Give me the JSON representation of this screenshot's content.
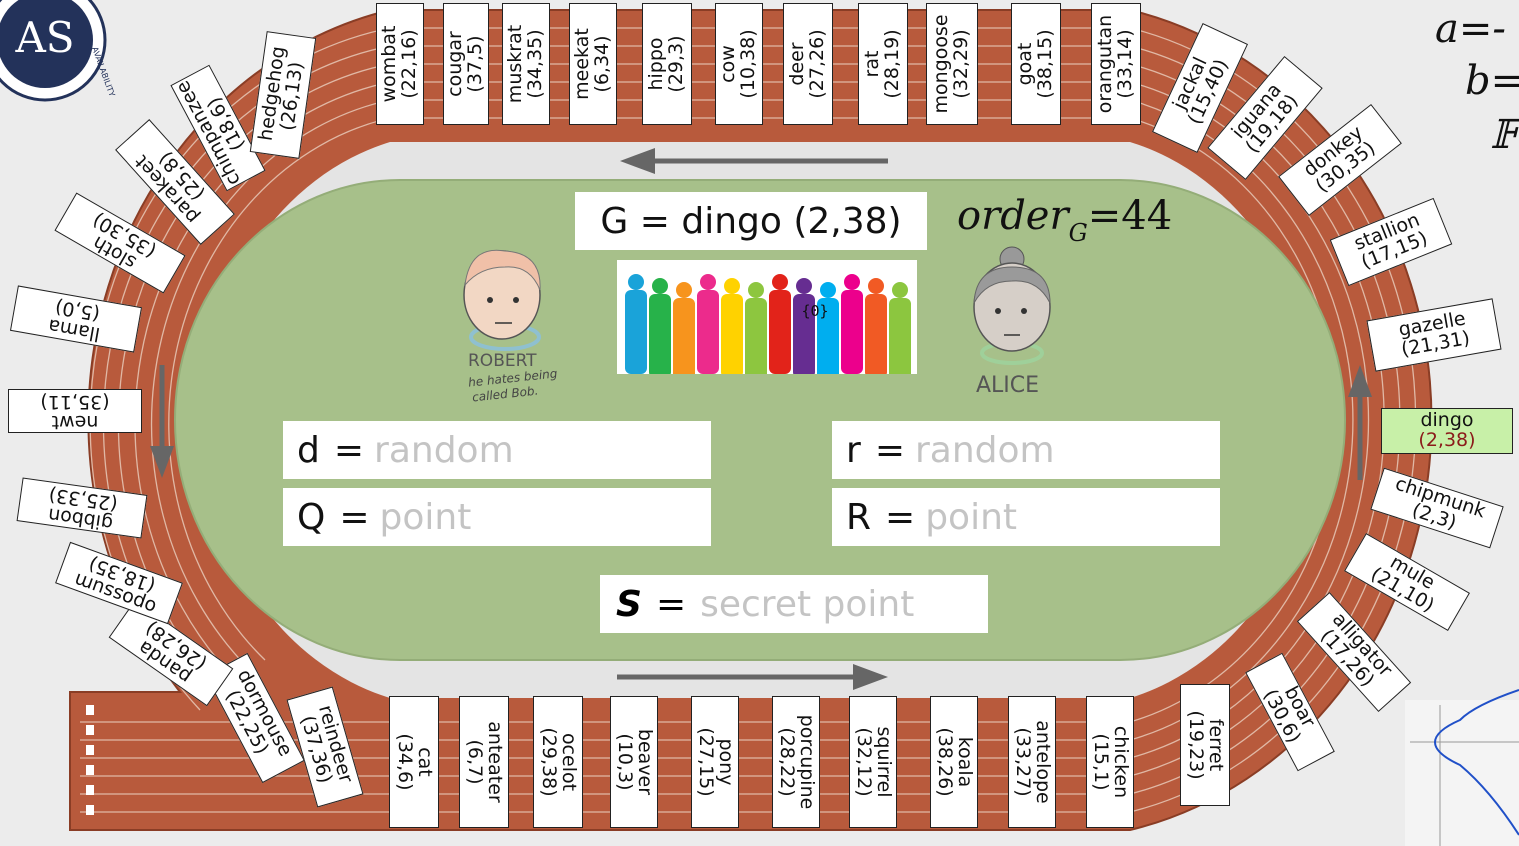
{
  "logo": {
    "initials": "AS",
    "ring_text": "AVAILABILITY"
  },
  "generator": {
    "label": "G = dingo (2,38)"
  },
  "order": {
    "prefix": "order",
    "subscript": "G",
    "value": "=44"
  },
  "robert": {
    "name": "ROBERT",
    "note_line1": "he hates being",
    "note_line2": "called Bob."
  },
  "alice": {
    "name": "ALICE"
  },
  "crowd": {
    "label": "{0}",
    "colors": [
      "#1aa3d9",
      "#27b24a",
      "#f7941d",
      "#ec2b8c",
      "#ffd200",
      "#8dc63f",
      "#e2231a",
      "#662d91",
      "#00aeef",
      "#ec008c",
      "#f15a24",
      "#8cc63f"
    ]
  },
  "fields": {
    "d": {
      "var": "d",
      "eq": "=",
      "placeholder": "random"
    },
    "Q": {
      "var": "Q",
      "eq": "=",
      "placeholder": "point"
    },
    "r": {
      "var": "r",
      "eq": "=",
      "placeholder": "random"
    },
    "R": {
      "var": "R",
      "eq": "=",
      "placeholder": "point"
    },
    "S": {
      "var": "S",
      "eq": "=",
      "placeholder": "secret point"
    }
  },
  "formula": {
    "a": "a=-",
    "b": "b=",
    "field": "𝔽"
  },
  "colors": {
    "track": "#b85a3c",
    "infield": "#a7c08a",
    "arrow": "#666666",
    "highlight": "#c8f0a8",
    "highlight_text": "#8b1a1a"
  },
  "track_animals": [
    {
      "name": "wombat",
      "coord": "(22,16)"
    },
    {
      "name": "cougar",
      "coord": "(37,5)"
    },
    {
      "name": "muskrat",
      "coord": "(34,35)"
    },
    {
      "name": "meekat",
      "coord": "(6,34)"
    },
    {
      "name": "hippo",
      "coord": "(29,3)"
    },
    {
      "name": "cow",
      "coord": "(10,38)"
    },
    {
      "name": "deer",
      "coord": "(27,26)"
    },
    {
      "name": "rat",
      "coord": "(28,19)"
    },
    {
      "name": "mongoose",
      "coord": "(32,29)"
    },
    {
      "name": "goat",
      "coord": "(38,15)"
    },
    {
      "name": "orangutan",
      "coord": "(33,14)"
    },
    {
      "name": "jackal",
      "coord": "(15,40)"
    },
    {
      "name": "iguana",
      "coord": "(19,18)"
    },
    {
      "name": "donkey",
      "coord": "(30,35)"
    },
    {
      "name": "stallion",
      "coord": "(17,15)"
    },
    {
      "name": "gazelle",
      "coord": "(21,31)"
    },
    {
      "name": "dingo",
      "coord": "(2,38)"
    },
    {
      "name": "chipmunk",
      "coord": "(2,3)"
    },
    {
      "name": "mule",
      "coord": "(21,10)"
    },
    {
      "name": "alligator",
      "coord": "(17,26)"
    },
    {
      "name": "boar",
      "coord": "(30,6)"
    },
    {
      "name": "ferret",
      "coord": "(19,23)"
    },
    {
      "name": "chicken",
      "coord": "(15,1)"
    },
    {
      "name": "antelope",
      "coord": "(33,27)"
    },
    {
      "name": "koala",
      "coord": "(38,26)"
    },
    {
      "name": "squirrel",
      "coord": "(32,12)"
    },
    {
      "name": "porcupine",
      "coord": "(28,22)"
    },
    {
      "name": "pony",
      "coord": "(27,15)"
    },
    {
      "name": "beaver",
      "coord": "(10,3)"
    },
    {
      "name": "ocelot",
      "coord": "(29,38)"
    },
    {
      "name": "anteater",
      "coord": "(6,7)"
    },
    {
      "name": "cat",
      "coord": "(34,6)"
    },
    {
      "name": "reindeer",
      "coord": "(37,36)"
    },
    {
      "name": "dormouse",
      "coord": "(22,25)"
    },
    {
      "name": "panda",
      "coord": "(26,28)"
    },
    {
      "name": "opossum",
      "coord": "(18,35)"
    },
    {
      "name": "gibbon",
      "coord": "(25,33)"
    },
    {
      "name": "newt",
      "coord": "(35,11)"
    },
    {
      "name": "llama",
      "coord": "(5,0)"
    },
    {
      "name": "sloth",
      "coord": "(35,30)"
    },
    {
      "name": "parakeet",
      "coord": "(25,8)"
    },
    {
      "name": "chimpanzee",
      "coord": "(18,6)"
    },
    {
      "name": "hedgehog",
      "coord": "(26,13)"
    }
  ]
}
